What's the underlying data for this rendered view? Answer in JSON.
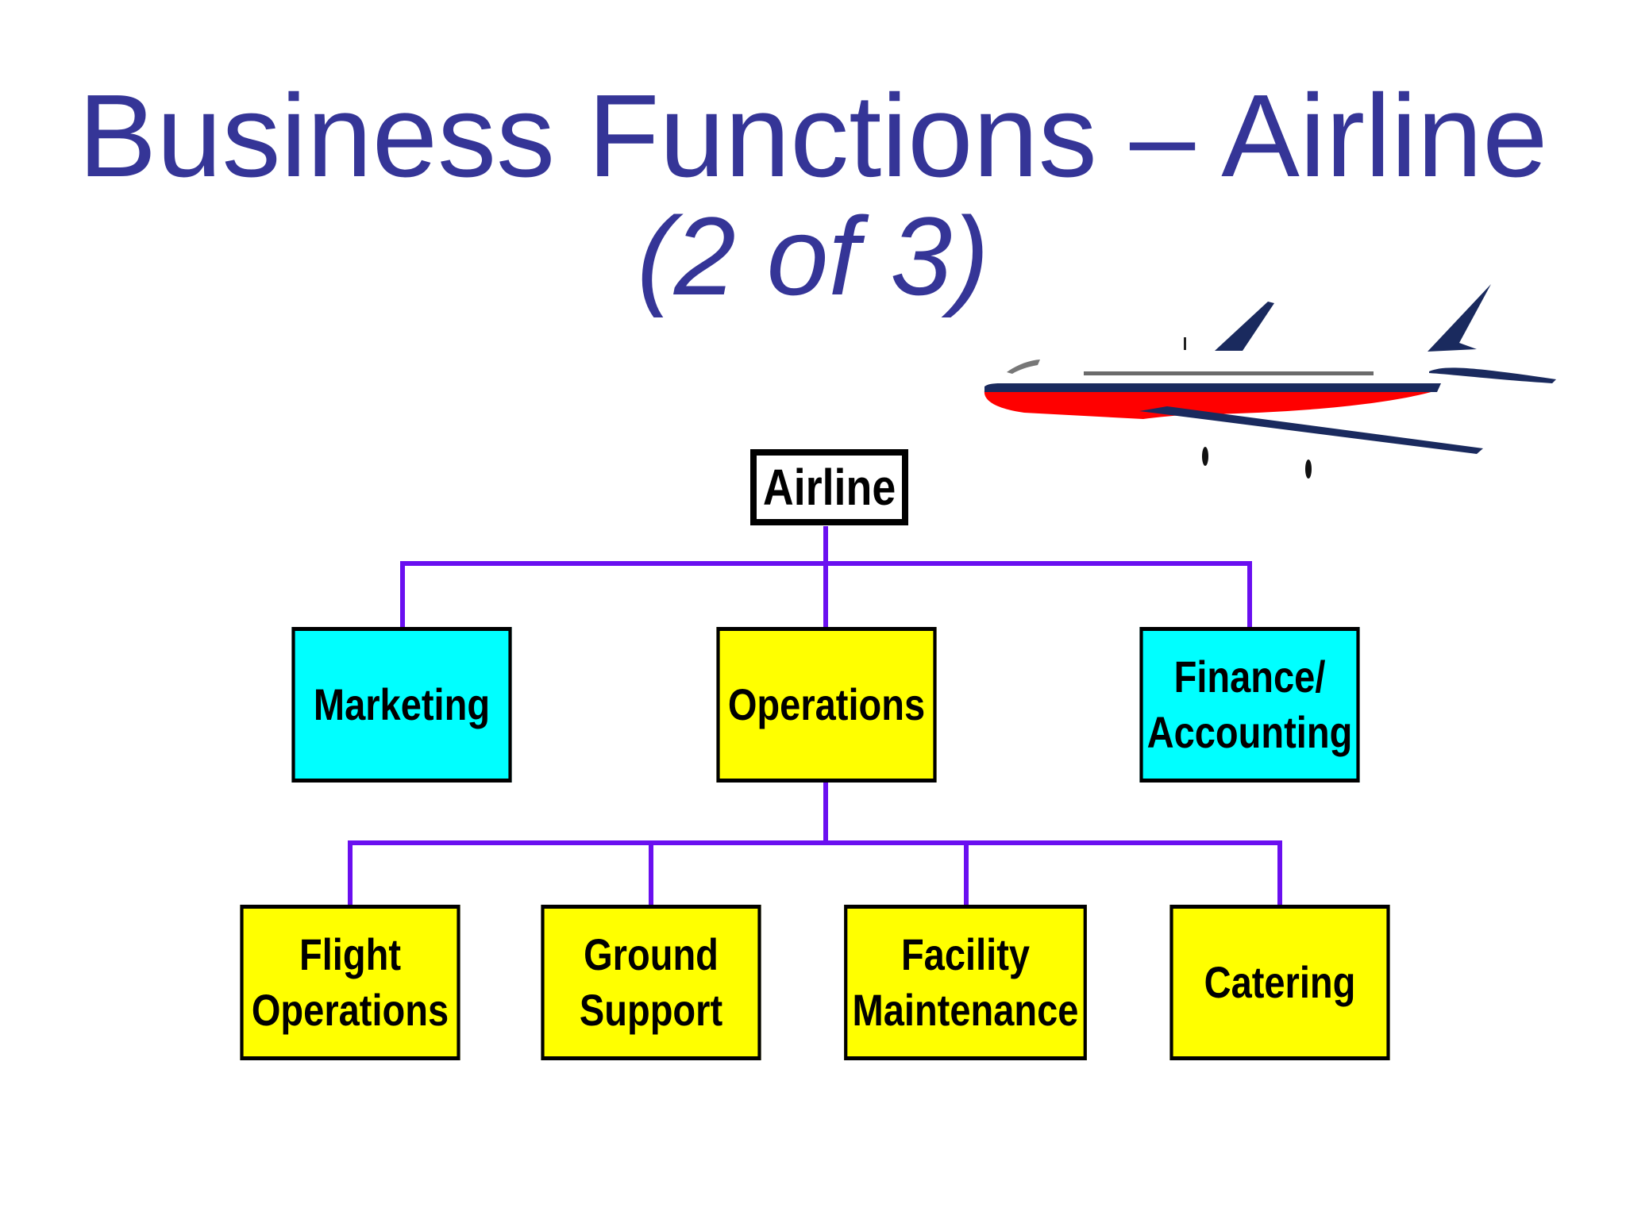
{
  "title": {
    "line1": "Business Functions – Airline",
    "line2": "(2 of 3)"
  },
  "colors": {
    "title": "#353597",
    "connector": "#6a0ff0",
    "cyan_box": "#00ffff",
    "yellow_box": "#ffff00",
    "plane_red": "#ff0000",
    "plane_navy": "#1a2a5e"
  },
  "org_chart": {
    "root": "Airline",
    "level1": [
      {
        "label": "Marketing",
        "fill": "#00ffff"
      },
      {
        "label": "Operations",
        "fill": "#ffff00"
      },
      {
        "label": "Finance/\nAccounting",
        "fill": "#00ffff"
      }
    ],
    "level2_parent": "Operations",
    "level2": [
      {
        "label": "Flight\nOperations",
        "fill": "#ffff00"
      },
      {
        "label": "Ground\nSupport",
        "fill": "#ffff00"
      },
      {
        "label": "Facility\nMaintenance",
        "fill": "#ffff00"
      },
      {
        "label": "Catering",
        "fill": "#ffff00"
      }
    ]
  },
  "illustration": {
    "icon": "airplane-icon"
  }
}
